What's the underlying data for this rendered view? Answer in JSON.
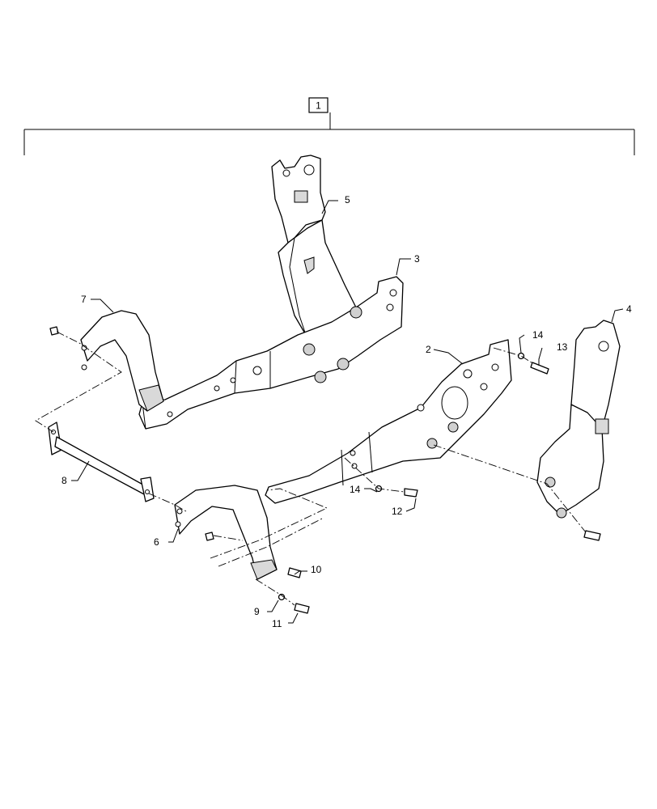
{
  "assembly": {
    "callout": "1"
  },
  "callouts": {
    "c2": "2",
    "c3": "3",
    "c4": "4",
    "c5": "5",
    "c6": "6",
    "c7": "7",
    "c8": "8",
    "c9": "9",
    "c10": "10",
    "c11": "11",
    "c12": "12",
    "c13": "13",
    "c14a": "14",
    "c14b": "14"
  }
}
